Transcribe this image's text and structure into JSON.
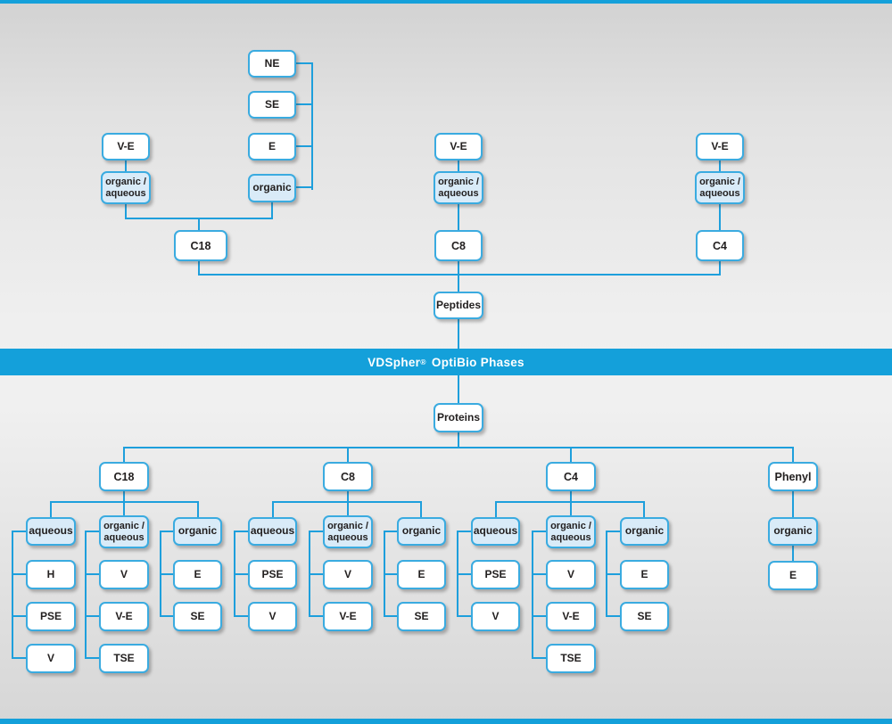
{
  "banner": {
    "brand": "VDSpher",
    "reg": "®",
    "rest": "OptiBio Phases"
  },
  "colors": {
    "accent_blue": "#14a0da",
    "connector_blue": "#1e9fdc",
    "box_border_blue": "#3aabe0",
    "light_box_fill": "#d9ebf8",
    "box_text": "#232020",
    "banner_text": "#ffffff"
  },
  "peptides_section": {
    "root": "Peptides",
    "c18": {
      "column": "C18",
      "ve": "V-E",
      "organic_aqueous": "organic /\naqueous",
      "organic": {
        "label": "organic",
        "items": [
          "NE",
          "SE",
          "E"
        ]
      }
    },
    "c8": {
      "column": "C8",
      "ve": "V-E",
      "organic_aqueous": "organic /\naqueous"
    },
    "c4": {
      "column": "C4",
      "ve": "V-E",
      "organic_aqueous": "organic /\naqueous"
    }
  },
  "proteins_section": {
    "root": "Proteins",
    "c18": {
      "column": "C18",
      "aqueous": {
        "label": "aqueous",
        "items": [
          "H",
          "PSE",
          "V"
        ]
      },
      "organic_aqueous": {
        "label": "organic /\naqueous",
        "items": [
          "V",
          "V-E",
          "TSE"
        ]
      },
      "organic": {
        "label": "organic",
        "items": [
          "E",
          "SE"
        ]
      }
    },
    "c8": {
      "column": "C8",
      "aqueous": {
        "label": "aqueous",
        "items": [
          "PSE",
          "V"
        ]
      },
      "organic_aqueous": {
        "label": "organic /\naqueous",
        "items": [
          "V",
          "V-E"
        ]
      },
      "organic": {
        "label": "organic",
        "items": [
          "E",
          "SE"
        ]
      }
    },
    "c4": {
      "column": "C4",
      "aqueous": {
        "label": "aqueous",
        "items": [
          "PSE",
          "V"
        ]
      },
      "organic_aqueous": {
        "label": "organic /\naqueous",
        "items": [
          "V",
          "V-E",
          "TSE"
        ]
      },
      "organic": {
        "label": "organic",
        "items": [
          "E",
          "SE"
        ]
      }
    },
    "phenyl": {
      "column": "Phenyl",
      "organic": {
        "label": "organic",
        "items": [
          "E"
        ]
      }
    }
  }
}
